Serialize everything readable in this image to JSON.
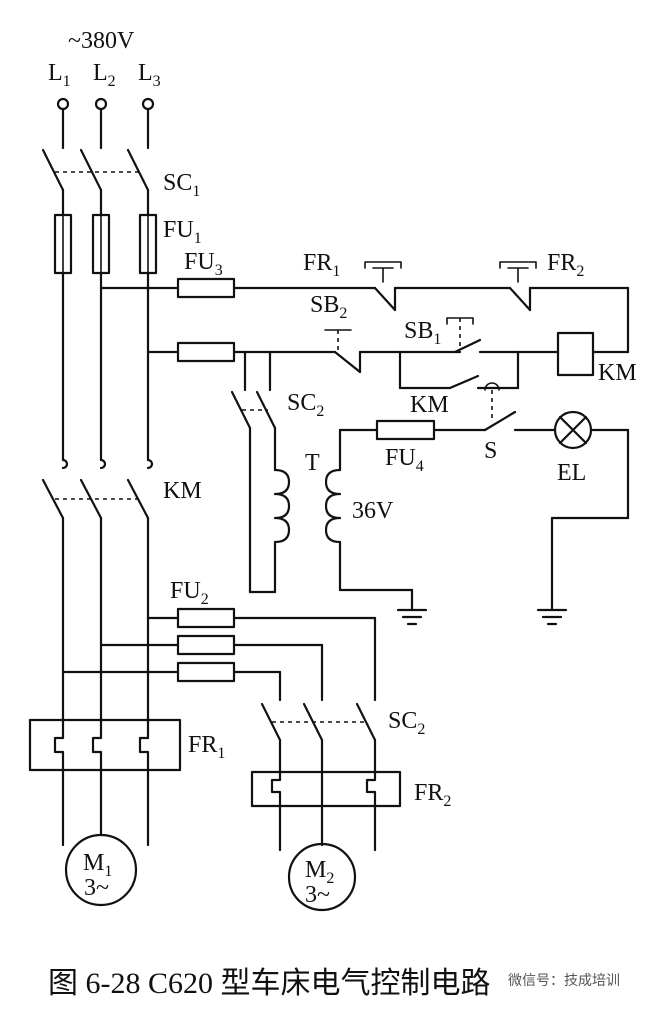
{
  "supply": {
    "voltage": "~380V",
    "l1": "L",
    "l1_sub": "1",
    "l2": "L",
    "l2_sub": "2",
    "l3": "L",
    "l3_sub": "3"
  },
  "labels": {
    "sc1": "SC",
    "sc1_sub": "1",
    "fu1": "FU",
    "fu1_sub": "1",
    "fu3": "FU",
    "fu3_sub": "3",
    "fr1_top": "FR",
    "fr1_top_sub": "1",
    "fr2_top": "FR",
    "fr2_top_sub": "2",
    "sb2": "SB",
    "sb2_sub": "2",
    "sb1": "SB",
    "sb1_sub": "1",
    "km_coil": "KM",
    "km_aux": "KM",
    "sc2_top": "SC",
    "sc2_top_sub": "2",
    "t": "T",
    "v36": "36V",
    "fu4": "FU",
    "fu4_sub": "4",
    "s": "S",
    "el": "EL",
    "km_main": "KM",
    "fu2": "FU",
    "fu2_sub": "2",
    "sc2_bot": "SC",
    "sc2_bot_sub": "2",
    "fr1_bot": "FR",
    "fr1_bot_sub": "1",
    "fr2_bot": "FR",
    "fr2_bot_sub": "2",
    "m1": "M",
    "m1_sub": "1",
    "m1_phase": "3~",
    "m2": "M",
    "m2_sub": "2",
    "m2_phase": "3~"
  },
  "caption": "图 6-28    C620 型车床电气控制电路",
  "watermark": "微信号：技成培训"
}
